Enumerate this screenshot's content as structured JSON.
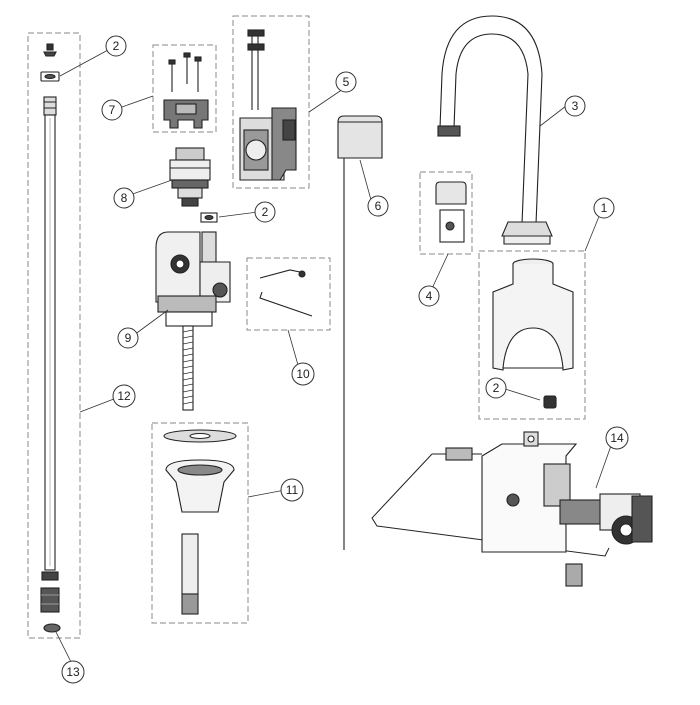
{
  "callouts": [
    "1",
    "2",
    "3",
    "4",
    "5",
    "6",
    "7",
    "8",
    "9",
    "10",
    "11",
    "12",
    "13",
    "14"
  ],
  "labels": {
    "callout_1": "1",
    "callout_2a": "2",
    "callout_2b": "2",
    "callout_2c": "2",
    "callout_3": "3",
    "callout_4": "4",
    "callout_5": "5",
    "callout_6": "6",
    "callout_7": "7",
    "callout_8": "8",
    "callout_9": "9",
    "callout_10": "10",
    "callout_11": "11",
    "callout_12": "12",
    "callout_13": "13",
    "callout_14": "14"
  },
  "colors": {
    "line": "#222222",
    "box": "#8a8a8a",
    "fill_light": "#f2f2f2",
    "fill_mid": "#d8d8d8",
    "fill_dark": "#4a4a4a"
  }
}
